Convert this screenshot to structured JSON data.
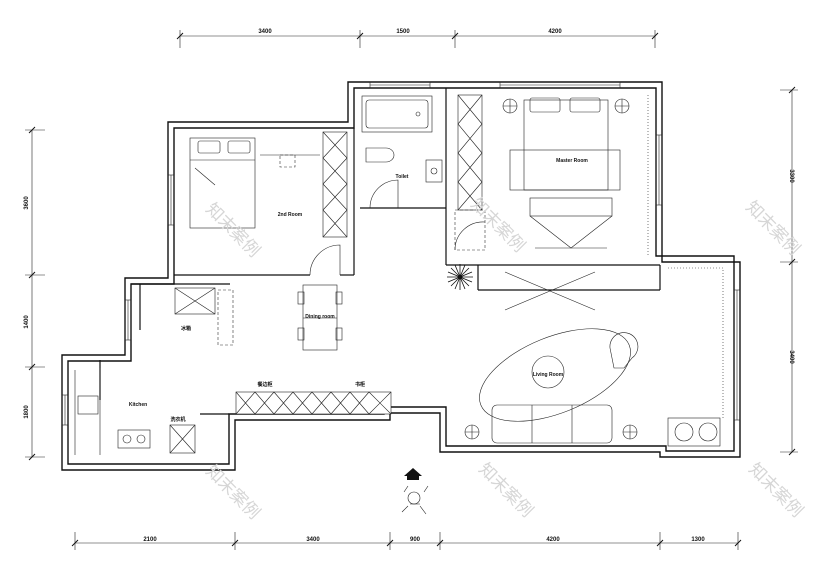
{
  "dimensions": {
    "top": [
      "3400",
      "1500",
      "4200"
    ],
    "bottom": [
      "2100",
      "3400",
      "900",
      "4200",
      "1300"
    ],
    "left": [
      "3600",
      "1400",
      "1800"
    ],
    "right": [
      "3300",
      "3400"
    ]
  },
  "rooms": {
    "bedroom_2": "2nd Room",
    "master": "Master Room",
    "toilet": "Toilet",
    "dining": "Dining room",
    "living": "Living Room",
    "kitchen": "Kitchen",
    "fridge": "冰箱",
    "cabinet_1": "餐边柜",
    "cabinet_2": "书柜",
    "washer": "洗衣机"
  },
  "watermark": "知末案例",
  "colors": {
    "line": "#111111",
    "watermark": "#d6d6d6"
  }
}
